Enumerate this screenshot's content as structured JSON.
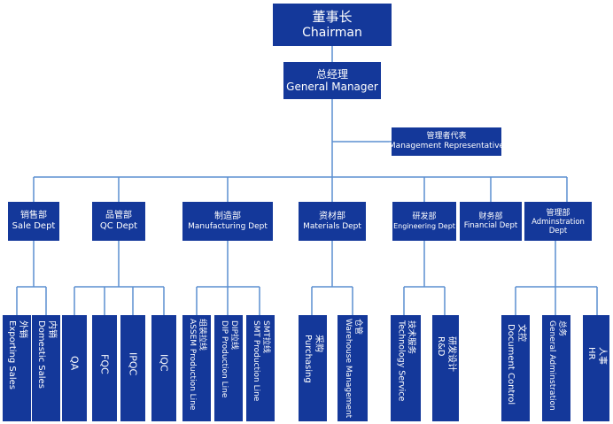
{
  "chairman": {
    "cn": "董事长",
    "en": "Chairman"
  },
  "general_manager": {
    "cn": "总经理",
    "en": "General Manager"
  },
  "management_representative": {
    "cn": "管理者代表",
    "en": "Management Representative"
  },
  "departments": [
    {
      "cn": "销售部",
      "en": "Sale Dept"
    },
    {
      "cn": "品管部",
      "en": "QC Dept"
    },
    {
      "cn": "制造部",
      "en": "Manufacturing Dept"
    },
    {
      "cn": "资材部",
      "en": "Materials Dept"
    },
    {
      "cn": "研发部",
      "en": "Engineering Dept"
    },
    {
      "cn": "财务部",
      "en": "Financial Dept"
    },
    {
      "cn": "管理部",
      "en": "Adminstration Dept"
    }
  ],
  "sub_units": {
    "sales": [
      {
        "cn": "外销",
        "en": "Exporting Sales"
      },
      {
        "cn": "内销",
        "en": "Domestic Sales"
      }
    ],
    "qc": [
      {
        "cn": "",
        "en": "QA"
      },
      {
        "cn": "",
        "en": "FQC"
      },
      {
        "cn": "",
        "en": "IPQC"
      },
      {
        "cn": "",
        "en": "IQC"
      }
    ],
    "manufacturing": [
      {
        "cn": "组装拉线",
        "en": "ASSEM Production Line"
      },
      {
        "cn": "DIP拉线",
        "en": "DIP Production Line"
      },
      {
        "cn": "SMT拉线",
        "en": "SMT Production Line"
      }
    ],
    "materials": [
      {
        "cn": "采购",
        "en": "Purchasing"
      },
      {
        "cn": "仓管",
        "en": "Warehouse Management"
      }
    ],
    "engineering": [
      {
        "cn": "技术服务",
        "en": "Technology Service"
      },
      {
        "cn": "研发设计",
        "en": "R&D"
      }
    ],
    "administration": [
      {
        "cn": "文控",
        "en": "Document Control"
      },
      {
        "cn": "总务",
        "en": "General Adminstration"
      },
      {
        "cn": "人事",
        "en": "HR"
      }
    ]
  },
  "colors": {
    "box": "#14389a",
    "line": "#5b8fd1",
    "text": "#ffffff"
  }
}
